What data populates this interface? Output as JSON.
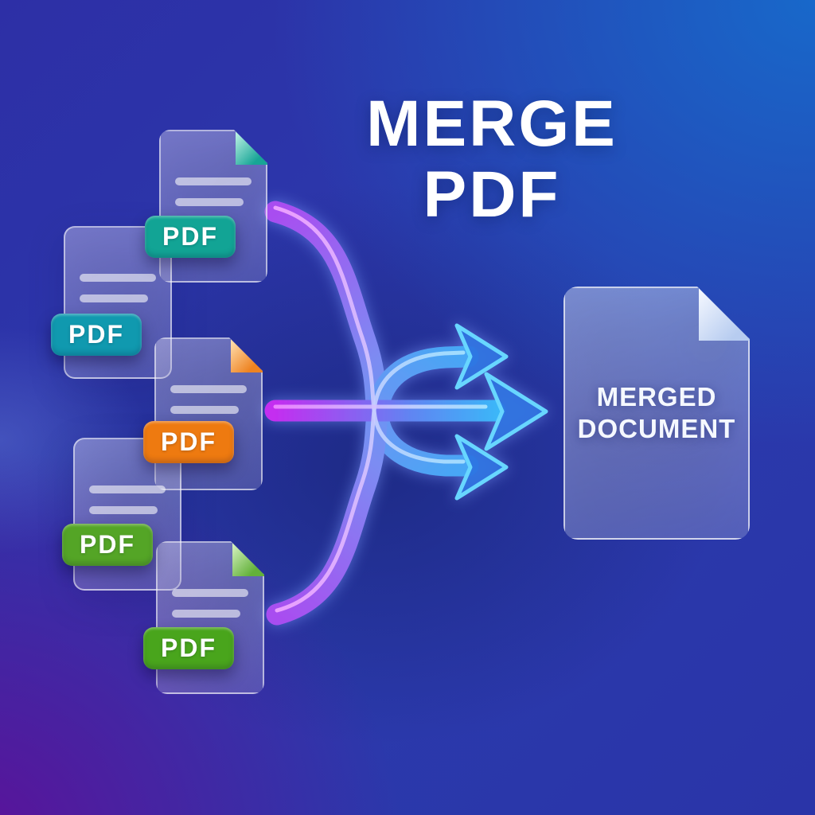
{
  "title": {
    "line1": "MERGE",
    "line2": "PDF"
  },
  "source_documents": [
    {
      "badge_label": "PDF",
      "badge_color": "#12a495",
      "fold_color": "#17a596"
    },
    {
      "badge_label": "PDF",
      "badge_color": "#1099af",
      "fold_color": null
    },
    {
      "badge_label": "PDF",
      "badge_color": "#ee7a10",
      "fold_color": "#ee8321"
    },
    {
      "badge_label": "PDF",
      "badge_color": "#54a526",
      "fold_color": null
    },
    {
      "badge_label": "PDF",
      "badge_color": "#49a51c",
      "fold_color": "#63b13a"
    }
  ],
  "merged_document": {
    "label_line1": "MERGED",
    "label_line2": "DOCUMENT"
  },
  "arrows": {
    "count": 3,
    "start_color": "#b843ef",
    "mid_color": "#7c8cf2",
    "end_color": "#33c4fa",
    "arrowhead_fill": "#2d73e1",
    "arrowhead_stroke": "#68d6ff"
  },
  "colors": {
    "badge-teal": "#12a495",
    "badge-cyan": "#1099af",
    "badge-orange": "#ee7a10",
    "badge-green": "#54a526",
    "badge-green2": "#49a51c",
    "bg-top-left": "#2c2fa5",
    "bg-top-right": "#1a67c9",
    "bg-bottom-left": "#5c1199",
    "bg-bottom-right": "#2a34a8"
  }
}
